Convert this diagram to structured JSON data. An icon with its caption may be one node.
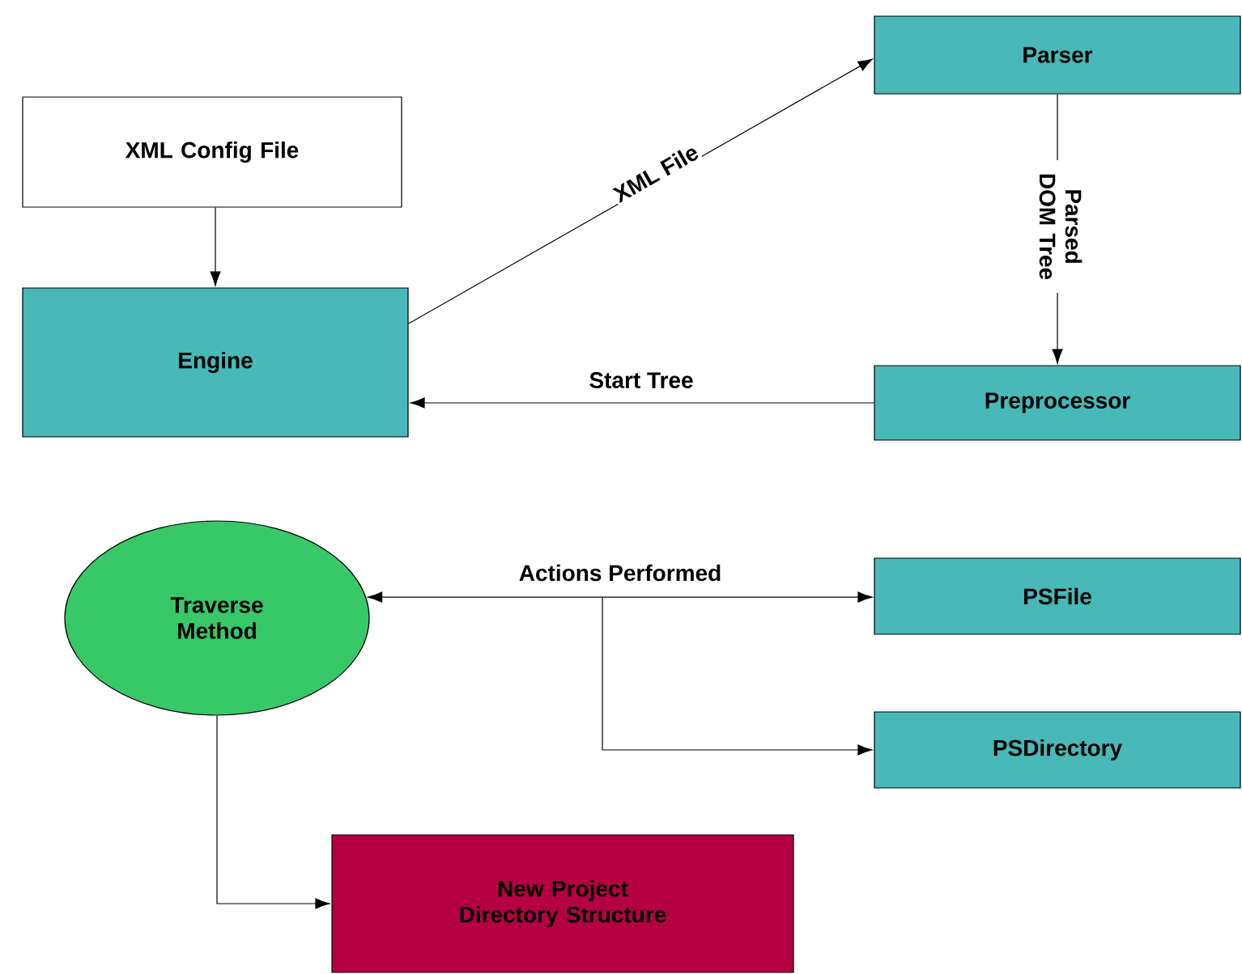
{
  "diagram": {
    "nodes": [
      {
        "text": [
          "XML Config File"
        ]
      },
      {
        "text": [
          "Engine"
        ]
      },
      {
        "text": [
          "Parser"
        ]
      },
      {
        "text": [
          "Preprocessor"
        ]
      },
      {
        "text": [
          "Traverse Method"
        ]
      },
      {
        "text": [
          "PSFile"
        ]
      },
      {
        "text": [
          "PSDirectory"
        ]
      },
      {
        "text": [
          "New Project Directory Structure"
        ]
      }
    ],
    "edges": [
      {
        "from": 0,
        "to": 1,
        "arrow": "to"
      },
      {
        "from": 1,
        "to": 2,
        "arrow": "to",
        "label": "XML File"
      },
      {
        "from": 2,
        "to": 3,
        "arrow": "to",
        "label": "Parsed DOM Tree"
      },
      {
        "from": 3,
        "to": 1,
        "arrow": "to",
        "label": "Start Tree"
      },
      {
        "from": 4,
        "to": 5,
        "arrow": "both",
        "label": "Actions Performed"
      },
      {
        "from": 4,
        "to": 6,
        "arrow": "both"
      },
      {
        "from": 4,
        "to": 7,
        "arrow": "to"
      }
    ]
  }
}
